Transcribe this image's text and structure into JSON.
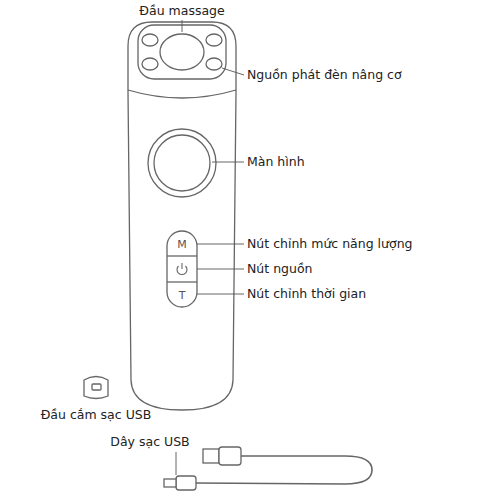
{
  "diagram": {
    "labels": [
      "Đầu massage",
      "Nguồn phát đèn nâng cơ",
      "Màn hình",
      "Nút chỉnh mức năng lượng",
      "Nút nguồn",
      "Nút chỉnh thời gian",
      "Đầu cắm sạc USB",
      "Dây sạc USB",
      "M",
      "T"
    ]
  }
}
